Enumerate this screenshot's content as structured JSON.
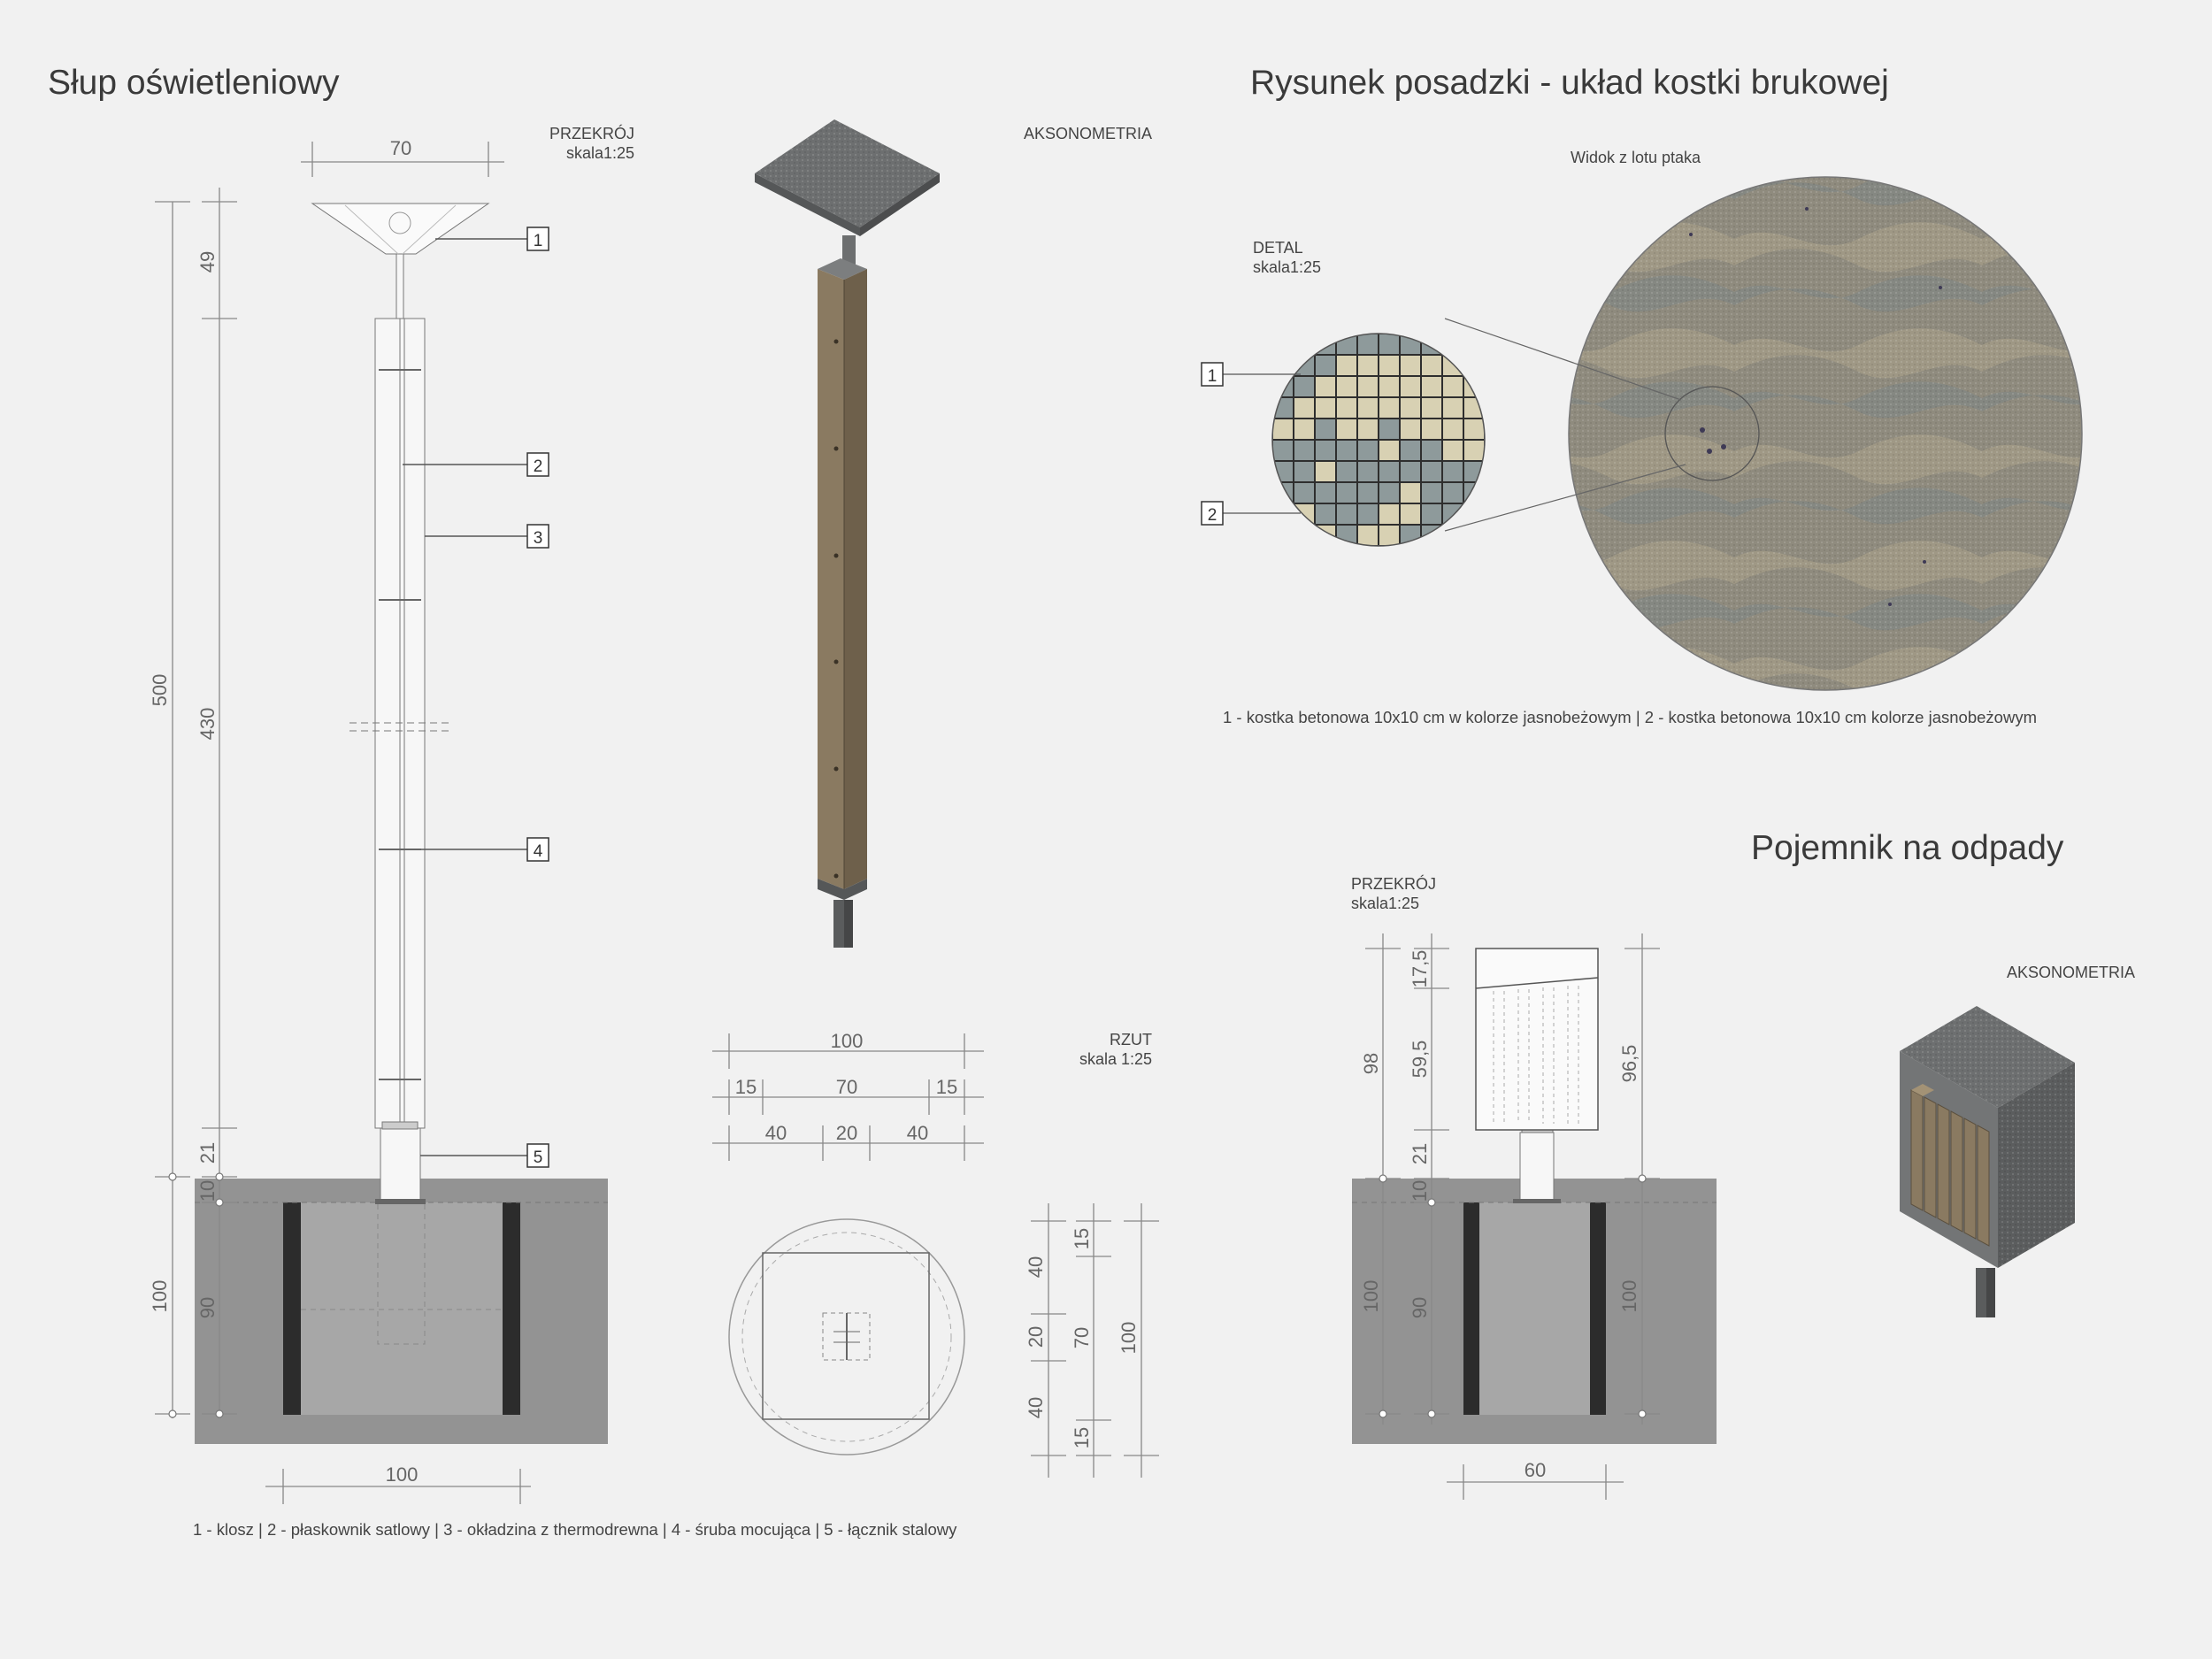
{
  "lamp": {
    "title": "Słup oświetleniowy",
    "section_label": "PRZEKRÓJ",
    "section_scale": "skala1:25",
    "axo_label": "AKSONOMETRIA",
    "plan_label": "RZUT",
    "plan_scale": "skala 1:25",
    "caption": "1 - klosz | 2 - płaskownik satlowy | 3 - okładzina z thermodrewna | 4 - śruba mocująca | 5 - łącznik stalowy",
    "callouts": [
      "1",
      "2",
      "3",
      "4",
      "5"
    ],
    "dims": {
      "top_width": "70",
      "total": "500",
      "head": "49",
      "shaft": "430",
      "base_gap": "21",
      "found_top": "10",
      "found_total": "100",
      "found_inner": "90",
      "found_width": "100"
    },
    "plan_dims": {
      "overall": "100",
      "seg_15a": "15",
      "seg_70": "70",
      "seg_15b": "15",
      "seg_40a": "40",
      "seg_20": "20",
      "seg_40b": "40",
      "v_40a": "40",
      "v_20": "20",
      "v_40b": "40",
      "v_15a": "15",
      "v_70": "70",
      "v_15b": "15",
      "v_100": "100"
    }
  },
  "paving": {
    "title": "Rysunek posadzki - układ kostki brukowej",
    "birdseye_label": "Widok z lotu ptaka",
    "detail_label": "DETAL",
    "detail_scale": "skala1:25",
    "callouts": [
      "1",
      "2"
    ],
    "caption": "1 - kostka betonowa 10x10 cm w kolorze jasnobeżowym | 2 - kostka betonowa 10x10 cm kolorze jasnobeżowym",
    "colors": {
      "beige": "#d8d1b3",
      "grey": "#8e9a9b",
      "joint": "#2e2e2e",
      "mix": "#8f8b7e"
    }
  },
  "bin": {
    "title": "Pojemnik na odpady",
    "section_label": "PRZEKRÓJ",
    "section_scale": "skala1:25",
    "axo_label": "AKSONOMETRIA",
    "dims": {
      "d98": "98",
      "d17_5": "17,5",
      "d59_5": "59,5",
      "d96_5": "96,5",
      "d21": "21",
      "d10": "10",
      "d100a": "100",
      "d90": "90",
      "d100b": "100",
      "d60": "60"
    }
  },
  "colors": {
    "concrete": "#939393",
    "concrete_light": "#a7a7a7",
    "wood": "#8a7a61",
    "steel": "#6d6f70"
  }
}
